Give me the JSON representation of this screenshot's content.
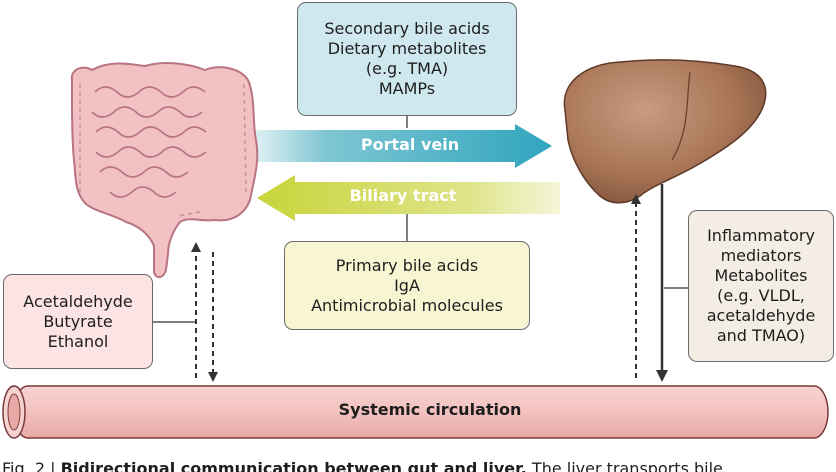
{
  "boxes": {
    "portal_contents": {
      "lines": [
        "Secondary bile acids",
        "Dietary metabolites",
        "(e.g. TMA)",
        "MAMPs"
      ],
      "fill": "#cfe8ef"
    },
    "biliary_contents": {
      "lines": [
        "Primary bile acids",
        "IgA",
        "Antimicrobial molecules"
      ],
      "fill": "#f8f5d3"
    },
    "gut_to_circulation": {
      "lines": [
        "Acetaldehyde",
        "Butyrate",
        "Ethanol"
      ],
      "fill": "#fbe4e3"
    },
    "liver_to_circulation": {
      "lines": [
        "Inflammatory",
        "mediators",
        "Metabolites",
        "(e.g. VLDL,",
        "acetaldehyde",
        "and TMAO)"
      ],
      "fill": "#f4ede3"
    }
  },
  "arrows": {
    "portal_vein": "Portal vein",
    "biliary_tract": "Biliary tract",
    "portal_color": "#5bb8c9",
    "biliary_color": "#d4dc5e"
  },
  "circulation": {
    "label": "Systemic circulation",
    "fill": "#f3c2c0"
  },
  "caption": {
    "prefix": "Fig. 2 | ",
    "title": "Bidirectional communication between gut and liver.",
    "rest": " The liver transports bile"
  }
}
